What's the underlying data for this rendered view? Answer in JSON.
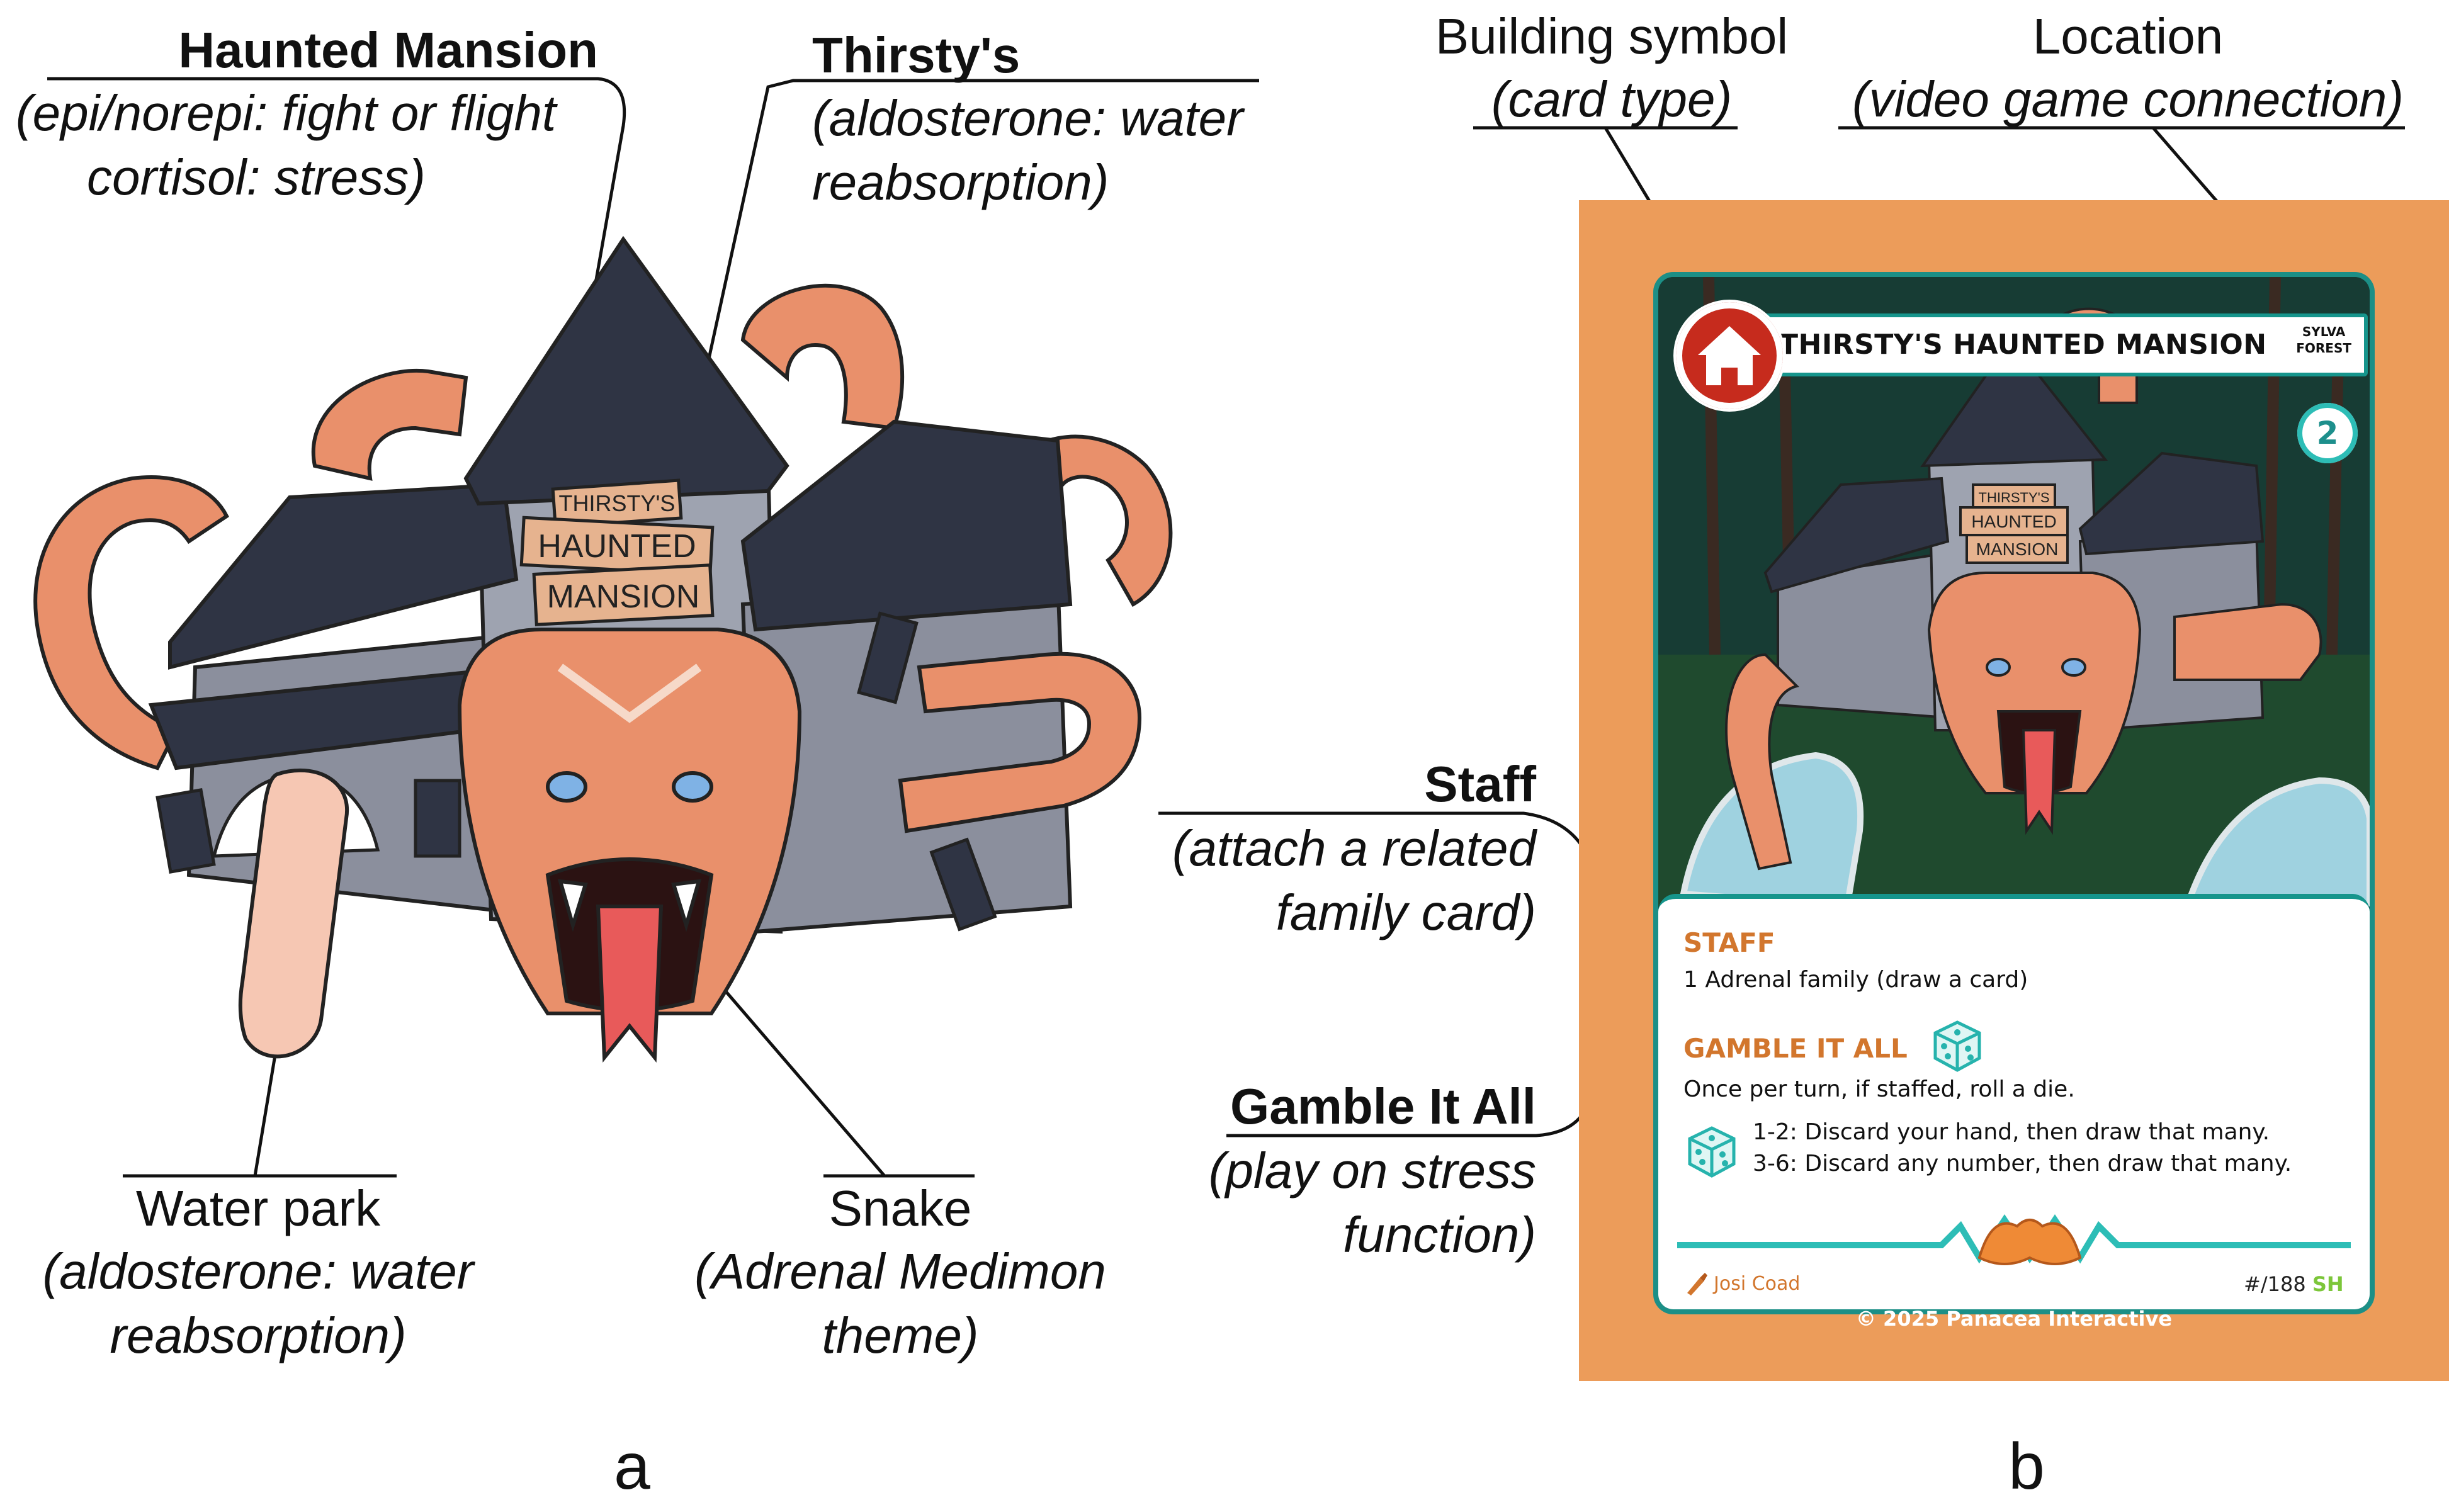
{
  "panel_a": {
    "letter": "a",
    "labels": {
      "haunted_mansion": {
        "title": "Haunted Mansion",
        "line1": "(epi/norepi: fight or flight",
        "line2": "cortisol: stress)"
      },
      "thirstys": {
        "title": "Thirsty's",
        "line1": "(aldosterone: water",
        "line2": "reabsorption)"
      },
      "water_park": {
        "title": "Water park",
        "line1": "(aldosterone: water",
        "line2": "reabsorption)"
      },
      "snake": {
        "title": "Snake",
        "line1": "(Adrenal Medimon",
        "line2": "theme)"
      }
    },
    "sign": {
      "line1": "THIRSTY'S",
      "line2": "HAUNTED",
      "line3": "MANSION"
    }
  },
  "panel_b": {
    "letter": "b",
    "labels": {
      "building_symbol": {
        "title": "Building symbol",
        "subtitle": "(card type)"
      },
      "location": {
        "title": "Location",
        "subtitle": "(video game connection)"
      },
      "staff": {
        "title": "Staff",
        "line1": "(attach a related",
        "line2": "family card)"
      },
      "gamble": {
        "title": "Gamble It All",
        "line1": "(play on stress",
        "line2": "function)"
      }
    },
    "card": {
      "title": "THIRSTY'S HAUNTED MANSION",
      "location_line1": "SYLVA",
      "location_line2": "FOREST",
      "cost": "2",
      "sign": {
        "line1": "THIRSTY'S",
        "line2": "HAUNTED",
        "line3": "MANSION"
      },
      "staff_title": "STAFF",
      "staff_text": "1 Adrenal family (draw a card)",
      "gamble_title": "GAMBLE IT ALL",
      "gamble_text": "Once per turn, if staffed, roll a die.",
      "roll_line1": "1-2: Discard your hand, then draw that many.",
      "roll_line2": "3-6: Discard any number, then draw that many.",
      "artist": "Josi Coad",
      "number": "#/188",
      "set_code": "SH",
      "copyright": "© 2025 Panacea Interactive"
    }
  },
  "colors": {
    "card_border_orange": "#ec9c5a",
    "card_teal": "#16958c",
    "ability_orange": "#d2762d",
    "building_red": "#c62b1d",
    "snake_orange": "#e9906b",
    "house_slate": "#8b8f9d"
  },
  "icons": [
    "home-icon",
    "dice-icon",
    "brush-icon"
  ]
}
